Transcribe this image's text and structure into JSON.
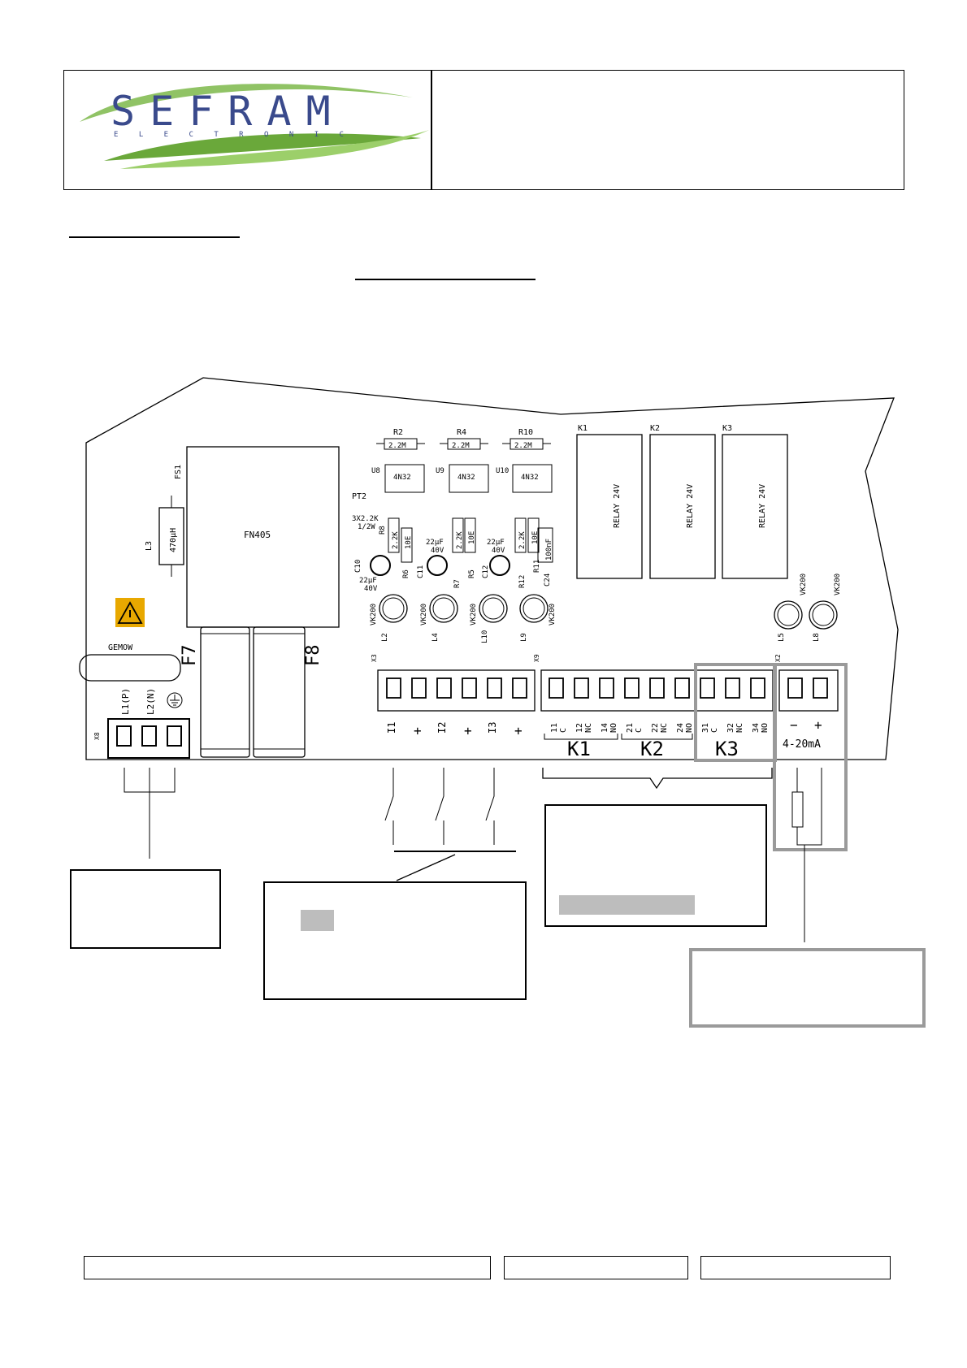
{
  "logo": {
    "brand": "SEFRAM",
    "sub": "E L E C T R O N I C",
    "brand_color": "#3a4a8c",
    "swoosh_color": "#6aa83a"
  },
  "pcb": {
    "fuse_holder": "FS1",
    "inductor_ref": "L3",
    "inductor_value": "470µH",
    "filter": "FN405",
    "warning_icon": "warning-triangle",
    "gemow": "GEMOW",
    "fuse_f7": "F7",
    "fuse_f8": "F8",
    "resistors_top": [
      {
        "ref": "R2",
        "value": "2.2M"
      },
      {
        "ref": "R4",
        "value": "2.2M"
      },
      {
        "ref": "R10",
        "value": "2.2M"
      }
    ],
    "optocouplers": [
      {
        "ref": "U8",
        "value": "4N32"
      },
      {
        "ref": "U9",
        "value": "4N32"
      },
      {
        "ref": "U10",
        "value": "4N32"
      }
    ],
    "pt2": "PT2",
    "pt2_spec_1": "3X2.2K",
    "pt2_spec_2": "1/2W",
    "r_2k2": "2.2K",
    "r_10e": "10E",
    "cap_values": [
      "22µF",
      "40V"
    ],
    "c24_value": "100nF",
    "channel_refs": [
      [
        "R8",
        "R6",
        "C10",
        "C11"
      ],
      [
        "R7",
        "R5"
      ],
      [
        "C12",
        "R12",
        "R11",
        "C24"
      ]
    ],
    "leds": [
      {
        "ref": "L2",
        "type": "VK200"
      },
      {
        "ref": "L4",
        "type": "VK200"
      },
      {
        "ref": "L10",
        "type": "VK200"
      },
      {
        "ref": "L9",
        "type": "VK200"
      },
      {
        "ref": "L5",
        "type": "VK200"
      },
      {
        "ref": "L8",
        "type": "VK200"
      }
    ],
    "relays": [
      {
        "ref": "K1",
        "label": "RELAY 24V"
      },
      {
        "ref": "K2",
        "label": "RELAY 24V"
      },
      {
        "ref": "K3",
        "label": "RELAY 24V"
      }
    ],
    "connector_x8": "X8",
    "x8_pins": [
      "L1(P)",
      "L2(N)"
    ],
    "earth_icon": "earth-ground",
    "connector_x3": "X3",
    "x3_pins": [
      "I1",
      "+",
      "I2",
      "+",
      "I3",
      "+"
    ],
    "connector_x9": "X9",
    "x9_pins": [
      [
        "11",
        "C"
      ],
      [
        "12",
        "NC"
      ],
      [
        "14",
        "NO"
      ],
      [
        "21",
        "C"
      ],
      [
        "22",
        "NC"
      ],
      [
        "24",
        "NO"
      ],
      [
        "31",
        "C"
      ],
      [
        "32",
        "NC"
      ],
      [
        "34",
        "NO"
      ]
    ],
    "relay_groups": [
      "K1",
      "K2",
      "K3"
    ],
    "connector_x2": "X2",
    "x2_pins": [
      "−",
      "+"
    ],
    "current_loop": "4-20mA"
  }
}
